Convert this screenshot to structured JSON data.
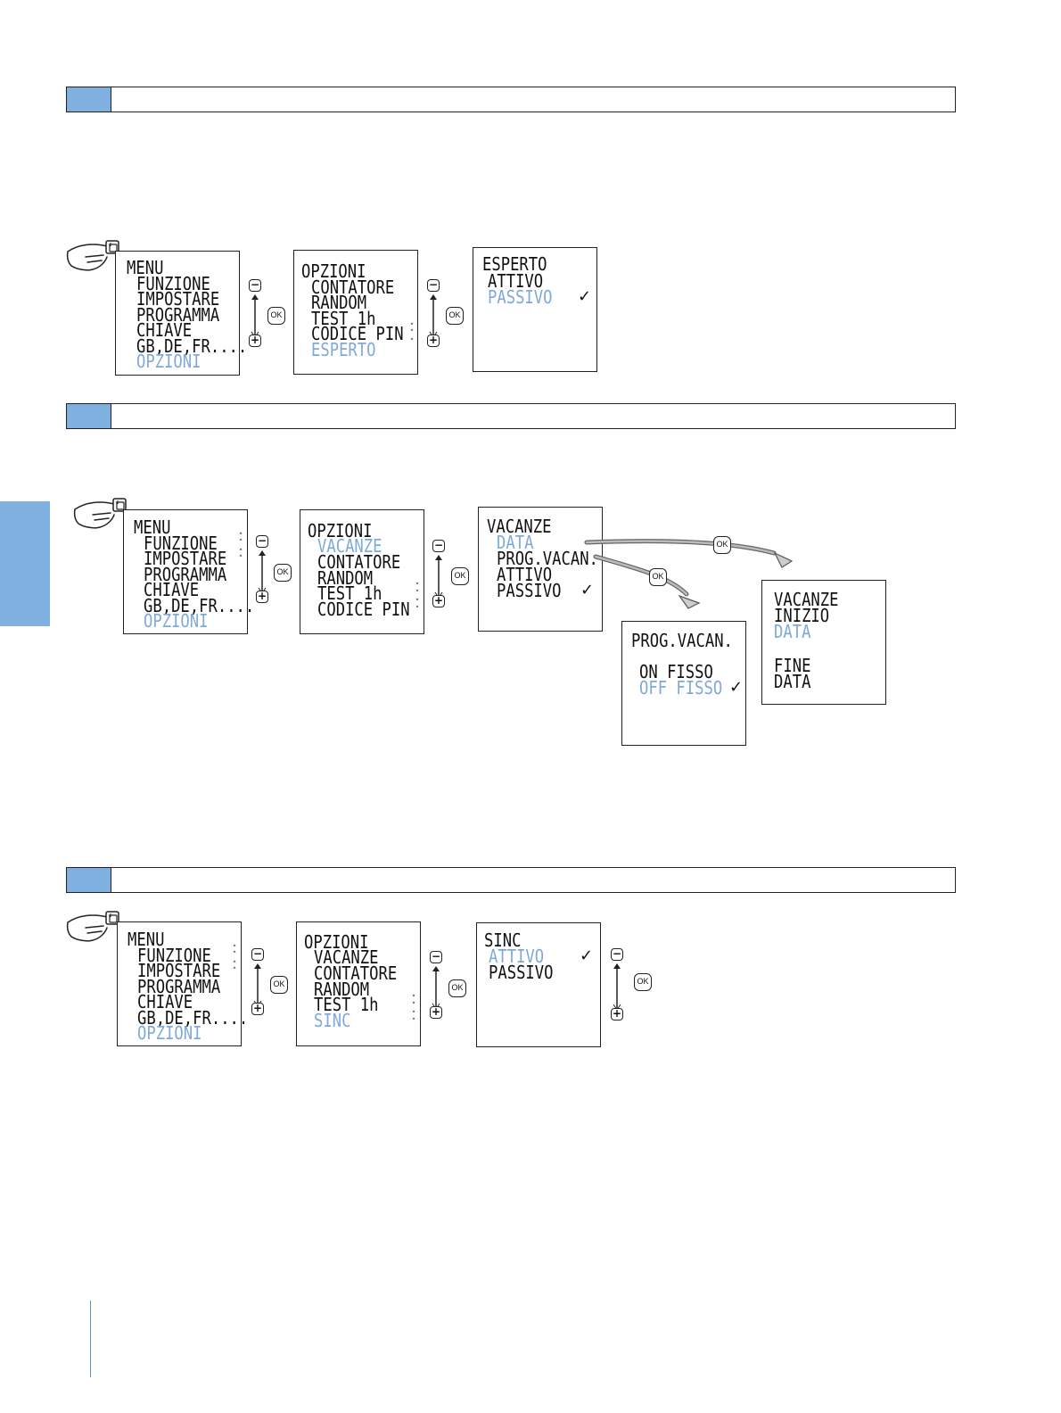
{
  "colors": {
    "accent": "#7fb0e0",
    "highlight_text": "#7fa9d8",
    "text": "#111111"
  },
  "icons": {
    "hand": "hand-press-icon",
    "minus": "minus-button-icon",
    "plus": "plus-button-icon",
    "ok": "ok-button-icon",
    "check": "checkmark-icon",
    "double_arrow": "double-arrow-icon"
  },
  "controls": {
    "minus": "−",
    "plus": "+",
    "ok": "OK",
    "check": "✓",
    "up": "˄",
    "down": "˅"
  },
  "section1": {
    "menu": [
      "MENU",
      "FUNZIONE",
      "IMPOSTARE",
      "PROGRAMMA",
      "CHIAVE",
      "GB,DE,FR....",
      "OPZIONI"
    ],
    "opzioni": [
      "OPZIONI",
      "CONTATORE",
      "RANDOM",
      "TEST 1h",
      "CODICE PIN",
      "ESPERTO"
    ],
    "esperto": [
      "ESPERTO",
      "ATTIVO",
      "PASSIVO"
    ]
  },
  "section2": {
    "menu": [
      "MENU",
      "FUNZIONE",
      "IMPOSTARE",
      "PROGRAMMA",
      "CHIAVE",
      "GB,DE,FR....",
      "OPZIONI"
    ],
    "opzioni": [
      "OPZIONI",
      "VACANZE",
      "CONTATORE",
      "RANDOM",
      "TEST 1h",
      "CODICE PIN"
    ],
    "vacanze": [
      "VACANZE",
      "DATA",
      "PROG.VACAN.",
      "ATTIVO",
      "PASSIVO"
    ],
    "prog_vacan": [
      "PROG.VACAN.",
      "ON FISSO",
      "OFF FISSO"
    ],
    "vacanze_date": [
      "VACANZE",
      "INIZIO",
      "DATA",
      "FINE",
      "DATA"
    ]
  },
  "section3": {
    "menu": [
      "MENU",
      "FUNZIONE",
      "IMPOSTARE",
      "PROGRAMMA",
      "CHIAVE",
      "GB,DE,FR....",
      "OPZIONI"
    ],
    "opzioni": [
      "OPZIONI",
      "VACANZE",
      "CONTATORE",
      "RANDOM",
      "TEST 1h",
      "SINC"
    ],
    "sinc": [
      "SINC",
      "ATTIVO",
      "PASSIVO"
    ]
  }
}
